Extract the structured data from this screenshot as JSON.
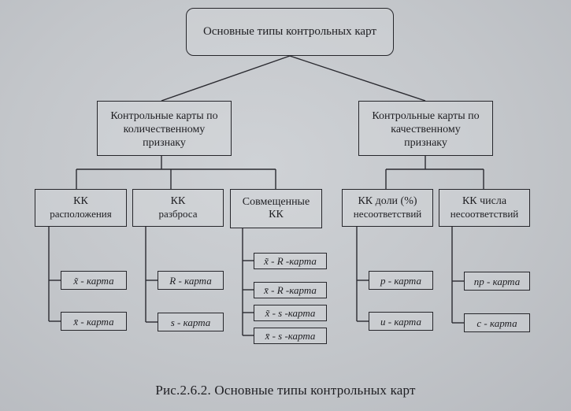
{
  "root": {
    "label": "Основные типы контрольных карт"
  },
  "groups": {
    "quantitative": {
      "line1": "Контрольные карты по",
      "line2": "количественному",
      "line3": "признаку"
    },
    "qualitative": {
      "line1": "Контрольные карты по",
      "line2": "качественному",
      "line3": "признаку"
    }
  },
  "subgroups": {
    "location": {
      "line1": "КК",
      "line2": "расположения"
    },
    "spread": {
      "line1": "КК",
      "line2": "разброса"
    },
    "combined": {
      "line1": "Совмещенные",
      "line2": "КК"
    },
    "fraction": {
      "line1": "КК доли (%)",
      "line2": "несоответствий"
    },
    "count": {
      "line1": "КК числа",
      "line2": "несоответствий"
    }
  },
  "cards": {
    "location": [
      "x̃ - карта",
      "x̄ - карта"
    ],
    "spread": [
      "R - карта",
      "s - карта"
    ],
    "combined": [
      "x̃ - R -карта",
      "x̄ - R -карта",
      "x̃ - s -карта",
      "x̄ - s -карта"
    ],
    "fraction": [
      "p - карта",
      "u - карта"
    ],
    "count": [
      "np - карта",
      "c - карта"
    ]
  },
  "caption": "Рис.2.6.2. Основные типы контрольных карт"
}
